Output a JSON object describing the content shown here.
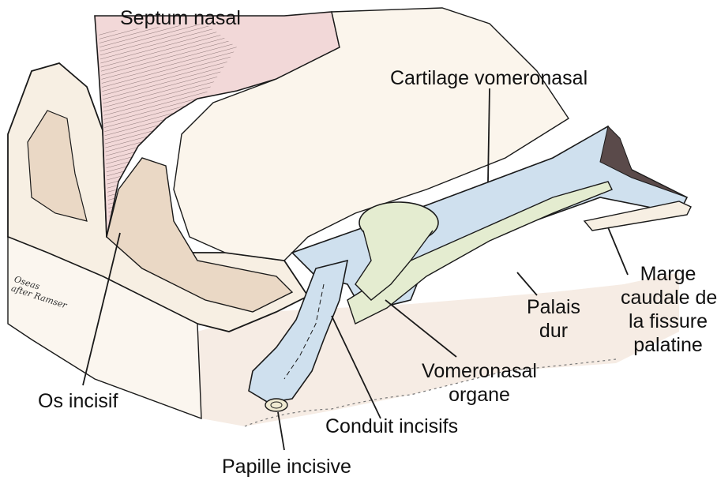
{
  "labels": {
    "septum_nasal": "Septum nasal",
    "cartilage_vomeronasal": "Cartilage vomeronasal",
    "marge_caudale_line1": "Marge",
    "marge_caudale_line2": "caudale de",
    "marge_caudale_line3": "la fissure",
    "marge_caudale_line4": "palatine",
    "palais_dur_line1": "Palais",
    "palais_dur_line2": "dur",
    "vomeronasal_organe_line1": "Vomeronasal",
    "vomeronasal_organe_line2": "organe",
    "os_incisif": "Os incisif",
    "conduit_incisifs": "Conduit incisifs",
    "papille_incisive": "Papille incisive"
  },
  "signature": {
    "line1": "Oseas",
    "line2": "after Ramser"
  },
  "colors": {
    "outline": "#1a1a1a",
    "bone": "#f7efe3",
    "bone_inner": "#ead8c5",
    "septum_pink": "#f2d8d8",
    "palate": "#f6ece4",
    "cartilage_blue": "#cfe0ee",
    "organ_green": "#e4ecd0",
    "background": "#ffffff"
  }
}
